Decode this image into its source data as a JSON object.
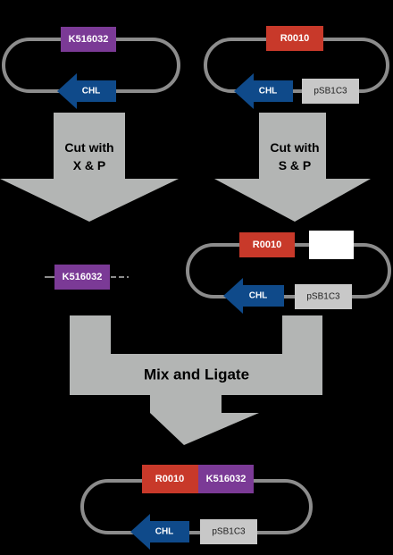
{
  "colors": {
    "background": "#000000",
    "backbone": "#8c8c8c",
    "arrow": "#b3b5b4",
    "insert_purple": "#7b3a96",
    "promoter_red": "#c8392a",
    "chl_blue": "#0f4a8a",
    "vector_gray": "#c8c8c8"
  },
  "plasmid_top_left": {
    "insert": "K516032",
    "marker": "CHL"
  },
  "plasmid_top_right": {
    "insert": "R0010",
    "marker": "CHL",
    "backbone": "pSB1C3"
  },
  "cut_left": {
    "line1": "Cut with",
    "line2": "X & P"
  },
  "cut_right": {
    "line1": "Cut with",
    "line2": "S & P"
  },
  "fragment": {
    "insert": "K516032"
  },
  "plasmid_cut_vector": {
    "insert": "R0010",
    "marker": "CHL",
    "backbone": "pSB1C3"
  },
  "ligate": {
    "label": "Mix and Ligate"
  },
  "plasmid_result": {
    "insert_a": "R0010",
    "insert_b": "K516032",
    "marker": "CHL",
    "backbone": "pSB1C3"
  }
}
